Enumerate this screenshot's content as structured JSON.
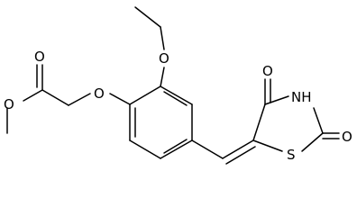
{
  "atoms": {
    "ester_carbonyl_O": "O",
    "ester_O": "O",
    "ether_O": "O",
    "ethoxy_O": "O",
    "ring_carbonyl_O": "O",
    "nh": "NH",
    "sulfur": "S",
    "thione_O": "O"
  },
  "colors": {
    "bond": "#000000",
    "label": "#000000",
    "background": "#ffffff"
  }
}
